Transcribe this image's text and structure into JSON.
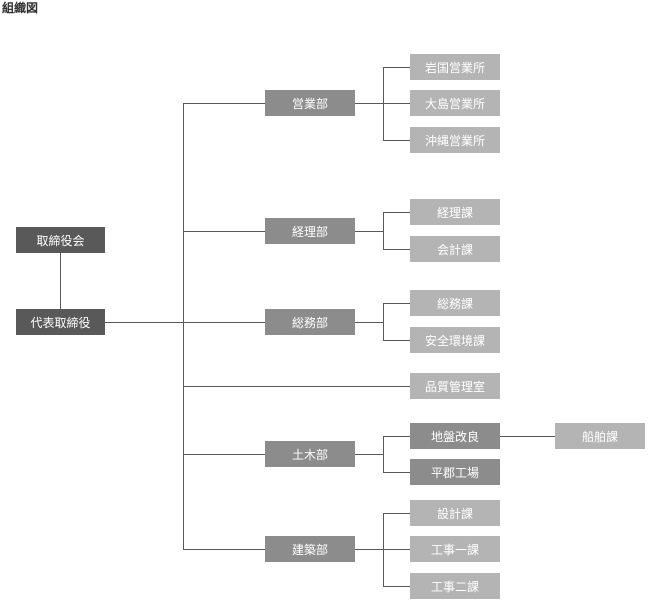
{
  "title": "組織図",
  "top": {
    "board": "取締役会",
    "president": "代表取締役"
  },
  "departments": {
    "sales": {
      "label": "営業部",
      "children": [
        "岩国営業所",
        "大島営業所",
        "沖縄営業所"
      ]
    },
    "accounting": {
      "label": "経理部",
      "children": [
        "経理課",
        "会計課"
      ]
    },
    "general": {
      "label": "総務部",
      "children": [
        "総務課",
        "安全環境課"
      ]
    },
    "qa": {
      "label": "品質管理室"
    },
    "civil": {
      "label": "土木部",
      "children": [
        "地盤改良",
        "平郡工場"
      ],
      "grandchild": "船舶課"
    },
    "construction": {
      "label": "建築部",
      "children": [
        "設計課",
        "工事一課",
        "工事二課"
      ]
    }
  },
  "colors": {
    "dark": "#595959",
    "mid": "#8c8c8c",
    "light": "#b4b4b4",
    "line": "#595959"
  }
}
